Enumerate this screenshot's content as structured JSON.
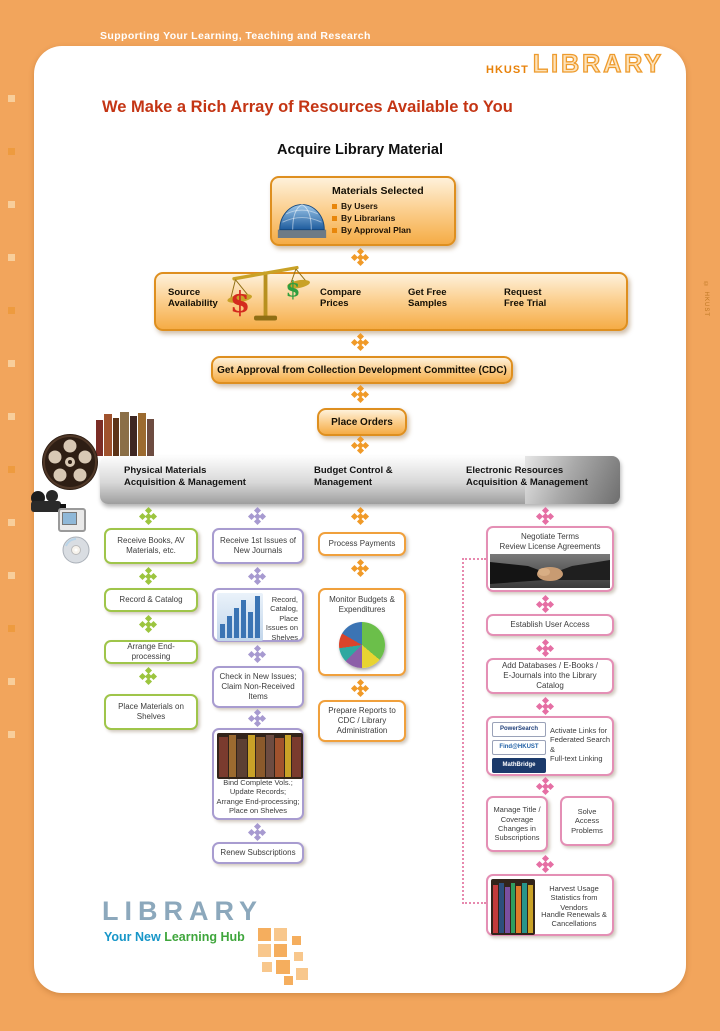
{
  "colors": {
    "background": "#F2A55C",
    "accent_orange": "#E8920A",
    "title_red": "#C43514",
    "green_border": "#9FC54A",
    "purple_border": "#A89CD0",
    "orange_border": "#F0A03C",
    "pink_border": "#E48FB5"
  },
  "header": {
    "tagline": "Supporting Your Learning, Teaching and Research",
    "logo_hkust": "HKUST",
    "logo_library": "LIBRARY"
  },
  "title": "We Make a Rich Array of Resources Available to You",
  "subtitle": "Acquire Library Material",
  "flow": {
    "materials_title": "Materials Selected",
    "materials_items": [
      "By Users",
      "By Librarians",
      "By Approval Plan"
    ],
    "evaluation_items": [
      "Source\nAvailability",
      "Compare\nPrices",
      "Get Free\nSamples",
      "Request\nFree Trial"
    ],
    "approval": "Get Approval from Collection Development Committee (CDC)",
    "place_orders": "Place Orders"
  },
  "board": {
    "headers": [
      "Physical Materials\nAcquisition & Management",
      "Budget Control &\nManagement",
      "Electronic Resources\nAcquisition & Management"
    ]
  },
  "columns": {
    "physical_books": [
      "Receive Books, AV\nMaterials, etc.",
      "Record & Catalog",
      "Arrange End-processing",
      "Place Materials on\nShelves"
    ],
    "physical_journals": [
      "Receive 1st Issues of\nNew Journals",
      "Record,\nCatalog, Place\nIssues on\nShelves",
      "Check in New Issues;\nClaim Non-Received\nItems",
      "Bind Complete Vols.;\nUpdate Records;\nArrange End-processing;\nPlace on Shelves",
      "Renew Subscriptions"
    ],
    "budget": [
      "Process Payments",
      "Monitor Budgets &\nExpenditures",
      "Prepare Reports to\nCDC / Library\nAdministration"
    ],
    "electronic": [
      "Negotiate Terms\nReview License Agreements",
      "Establish User Access",
      "Add Databases / E-Books /\nE-Journals into the Library Catalog",
      "Activate Links for\nFederated Search &\nFull-text Linking",
      "Manage Title /\nCoverage\nChanges in\nSubscriptions",
      "Solve\nAccess\nProblems",
      "Harvest Usage\nStatistics from Vendors",
      "Handle Renewals &\nCancellations"
    ]
  },
  "logos": [
    "PowerSearch",
    "Find@HKUST",
    "MathBridge"
  ],
  "footer": {
    "library": "LIBRARY",
    "tagline_blue": "Your New ",
    "tagline_green": "Learning Hub"
  },
  "copyright": "© HKUST"
}
